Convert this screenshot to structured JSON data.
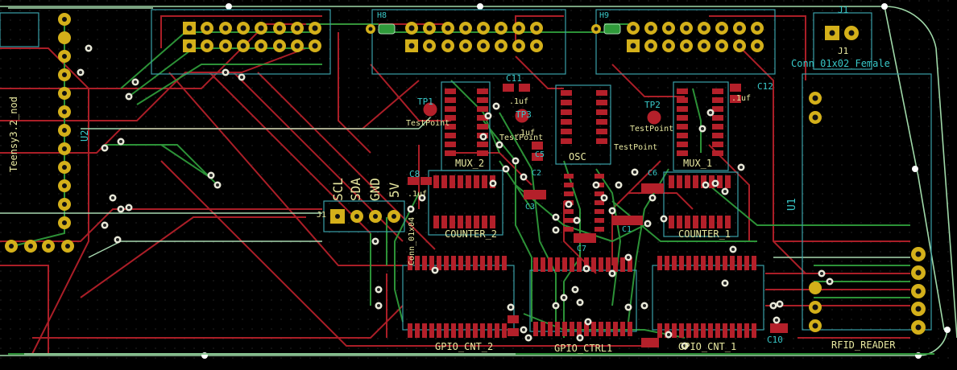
{
  "colors": {
    "background": "#000000",
    "front_copper": "#b4202a",
    "back_copper": "#2f9a3a",
    "outline": "#9fd8a8",
    "courtyard": "#3aa0a8",
    "pad": "#d4b01a",
    "silkscreen": "#e6e6a6",
    "reference": "#40c0c0",
    "value": "#c83838"
  },
  "designators": {
    "teensy": "Teensy3.2_nod",
    "u2": "U2",
    "u1": "U1",
    "j1": "J1",
    "j1_value": "Conn_01x02_Female",
    "rfid": "RFID_READER",
    "mux_left": "MUX_2",
    "mux_right": "MUX_1",
    "osc": "OSC",
    "counter_left": "COUNTER_2",
    "counter_right": "COUNTER_1",
    "gpio_left": "GPIO_CNT_2",
    "gpio_mid": "GPIO_CTRL1",
    "gpio_right": "GPIO_CNT_1",
    "c11": "C11",
    "c12": "C12",
    "c8": "C8",
    "c10": "C10",
    "c5": "C5",
    "c1": "C1",
    "c11_val": ".1uf",
    "c12_val": ".1uf",
    "c8_val": ".1uf",
    "c5_val": ".1uf",
    "tp1": "TP1",
    "tp2": "TP2",
    "tp3": "TP3",
    "testpoint": "TestPoint",
    "j_i2c": "J1",
    "i2c_scl": "SCL",
    "i2c_sda": "SDA",
    "i2c_gnd": "GND",
    "i2c_vcc": "5V",
    "conn_val": "Conn_01x04",
    "h_left": "H8",
    "h_right": "H9",
    "r_c2": "C2",
    "r_c3": "C3",
    "r_c6": "C6",
    "r_c7": "C7"
  }
}
